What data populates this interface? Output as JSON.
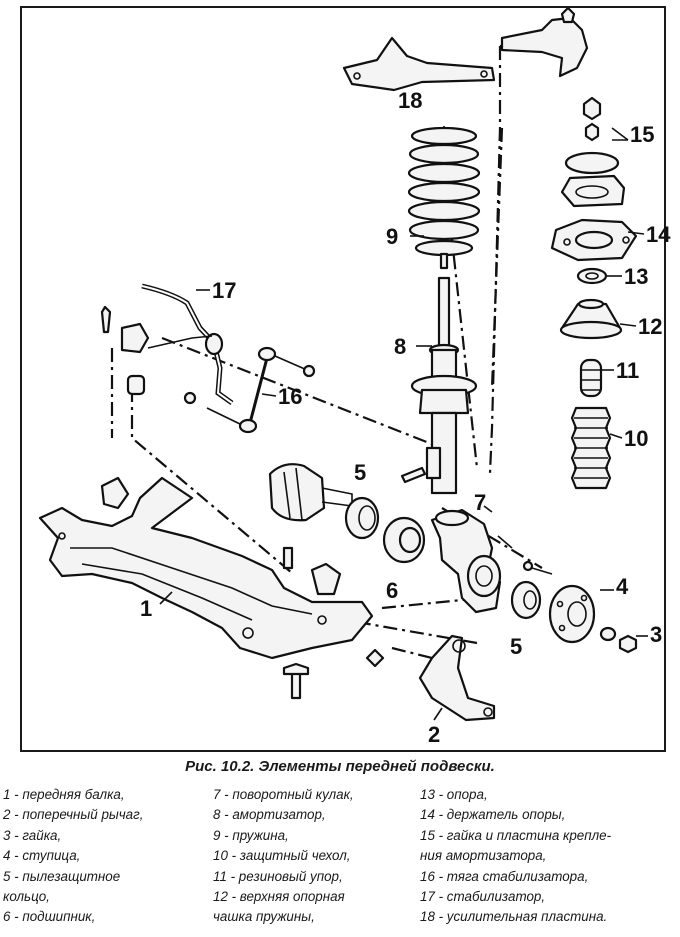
{
  "figure": {
    "callouts": [
      "1",
      "2",
      "3",
      "4",
      "5",
      "5",
      "6",
      "7",
      "8",
      "9",
      "10",
      "11",
      "12",
      "13",
      "14",
      "15",
      "16",
      "17",
      "18"
    ]
  },
  "caption": "Рис. 10.2. Элементы передней подвески.",
  "legend": {
    "col1": [
      "1 - передняя балка,",
      "2 - поперечный рычаг,",
      "3 - гайка,",
      "4 - ступица,",
      "5 - пылезащитное",
      "кольцо,",
      "6 - подшипник,"
    ],
    "col2": [
      "7 - поворотный кулак,",
      "8 - амортизатор,",
      "9 - пружина,",
      "10 - защитный чехол,",
      "11 - резиновый упор,",
      "12 - верхняя опорная",
      "чашка пружины,"
    ],
    "col3": [
      "13 - опора,",
      "14 - держатель опоры,",
      "15 - гайка и пластина крепле-",
      "ния амортизатора,",
      "16 - тяга стабилизатора,",
      "17 - стабилизатор,",
      "18 - усилительная пластина."
    ]
  }
}
